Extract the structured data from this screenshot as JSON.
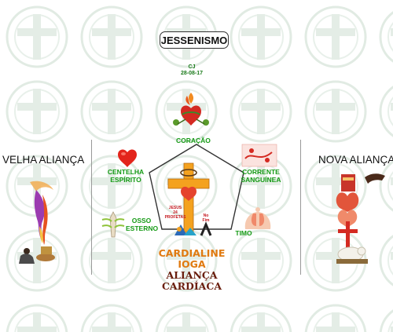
{
  "title": "JESSENISMO",
  "date": {
    "line1": "CJ",
    "line2": "28-08-17"
  },
  "left_panel": {
    "title": "VELHA ALIANÇA"
  },
  "right_panel": {
    "title": "NOVA ALIANÇA"
  },
  "labels": {
    "coracao": "CORAÇÃO",
    "centelha_1": "CENTELHA",
    "centelha_2": "ESPÍRITO",
    "corrente_1": "CORRENTE",
    "corrente_2": "SANGUÍNEA",
    "osso_1": "OSSO",
    "osso_2": "ESTERNO",
    "timo": "TIMO"
  },
  "cross_text": {
    "line1": "JESUS",
    "line2": "24",
    "line3": "PROFETAS"
  },
  "small_text": {
    "line1": "No",
    "line2": "Fim"
  },
  "bottom": {
    "line1": "CARDIALINE",
    "line2": "IOGA",
    "line3": "ALIANÇA",
    "line4": "CARDÍACA"
  },
  "colors": {
    "green_label": "#159a15",
    "orange": "#e07a10",
    "dark_red": "#6a1e0e",
    "pattern": "#dde8df"
  }
}
